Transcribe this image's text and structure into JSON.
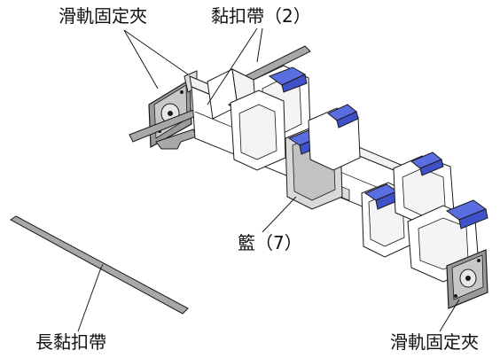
{
  "labels": {
    "rail_clip_top": "滑軌固定夾",
    "velcro_straps": "黏扣帶（2）",
    "basket": "籃（7）",
    "long_velcro_strap": "長黏扣帶",
    "rail_clip_bottom": "滑軌固定夾"
  },
  "colors": {
    "outline": "#1a1a1a",
    "basket_fill": "#ffffff",
    "basket_shade": "#d9d9d9",
    "strap_fill": "#a8a8a8",
    "clip_blue": "#5b6ee1",
    "clip_blue_dark": "#3f51c9"
  }
}
